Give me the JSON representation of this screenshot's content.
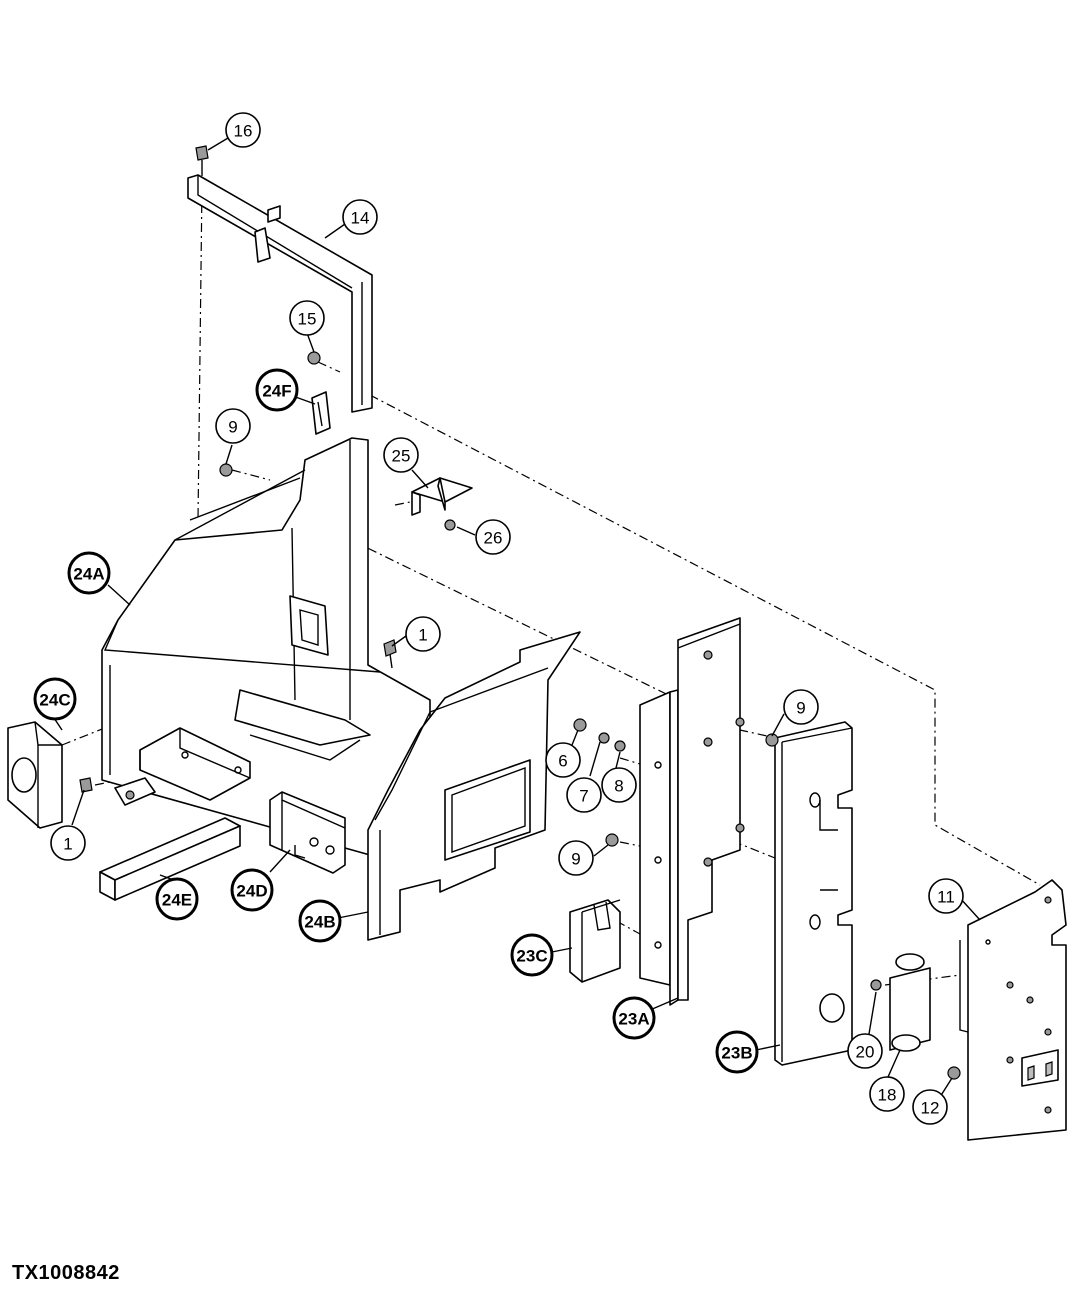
{
  "figure_id": "TX1008842",
  "callouts": [
    {
      "label": "16",
      "bold": false
    },
    {
      "label": "14",
      "bold": false
    },
    {
      "label": "15",
      "bold": false
    },
    {
      "label": "24F",
      "bold": true
    },
    {
      "label": "9",
      "bold": false
    },
    {
      "label": "25",
      "bold": false
    },
    {
      "label": "26",
      "bold": false
    },
    {
      "label": "24A",
      "bold": true
    },
    {
      "label": "1",
      "bold": false
    },
    {
      "label": "24C",
      "bold": true
    },
    {
      "label": "1",
      "bold": false
    },
    {
      "label": "6",
      "bold": false
    },
    {
      "label": "7",
      "bold": false
    },
    {
      "label": "8",
      "bold": false
    },
    {
      "label": "9",
      "bold": false
    },
    {
      "label": "9",
      "bold": false
    },
    {
      "label": "24D",
      "bold": true
    },
    {
      "label": "24E",
      "bold": true
    },
    {
      "label": "24B",
      "bold": true
    },
    {
      "label": "23C",
      "bold": true
    },
    {
      "label": "23A",
      "bold": true
    },
    {
      "label": "23B",
      "bold": true
    },
    {
      "label": "11",
      "bold": false
    },
    {
      "label": "20",
      "bold": false
    },
    {
      "label": "18",
      "bold": false
    },
    {
      "label": "12",
      "bold": false
    }
  ]
}
